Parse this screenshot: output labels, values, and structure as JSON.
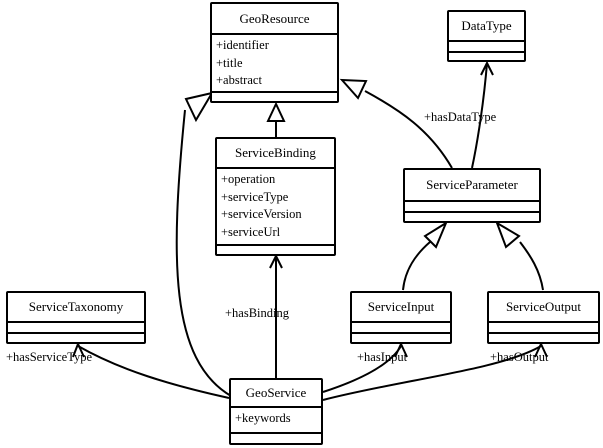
{
  "classes": {
    "geo_resource": {
      "name": "GeoResource",
      "attributes": [
        "+identifier",
        "+title",
        "+abstract"
      ]
    },
    "data_type": {
      "name": "DataType",
      "attributes": []
    },
    "service_binding": {
      "name": "ServiceBinding",
      "attributes": [
        "+operation",
        "+serviceType",
        "+serviceVersion",
        "+serviceUrl"
      ]
    },
    "service_parameter": {
      "name": "ServiceParameter",
      "attributes": []
    },
    "service_taxonomy": {
      "name": "ServiceTaxonomy",
      "attributes": []
    },
    "service_input": {
      "name": "ServiceInput",
      "attributes": []
    },
    "service_output": {
      "name": "ServiceOutput",
      "attributes": []
    },
    "geo_service": {
      "name": "GeoService",
      "attributes": [
        "+keywords"
      ]
    }
  },
  "relations": {
    "has_data_type": "+hasDataType",
    "has_binding": "+hasBinding",
    "has_service_type": "+hasServiceType",
    "has_input": "+hasInput",
    "has_output": "+hasOutput"
  }
}
